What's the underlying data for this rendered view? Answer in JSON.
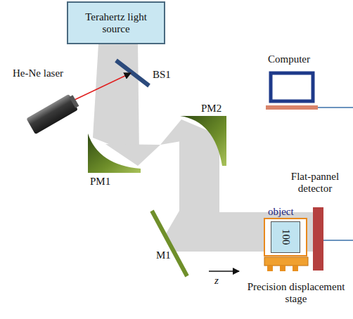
{
  "diagram": {
    "nodes": [
      {
        "text": [
          "Terahertz light source"
        ]
      },
      {
        "text": [
          "object"
        ]
      },
      {
        "text": [
          "100"
        ],
        "in": 1
      }
    ],
    "labels": [
      "He-Ne laser",
      "BS1",
      "PM1",
      "PM2",
      "M1",
      "Computer",
      "Flat-pannel detector",
      "Precision displacement stage",
      "z"
    ]
  }
}
